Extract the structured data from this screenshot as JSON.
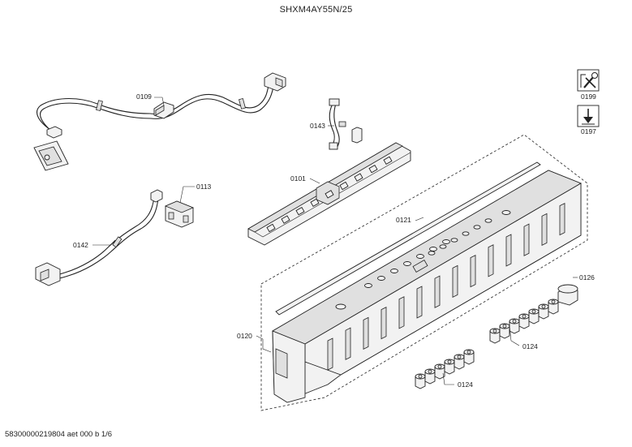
{
  "header": {
    "model": "SHXM4AY55N/25"
  },
  "footer": {
    "doc_ref": "58300000219804 aet 000 b 1/6"
  },
  "parts": {
    "p0109": "0109",
    "p0143": "0143",
    "p0101": "0101",
    "p0113": "0113",
    "p0142": "0142",
    "p0121": "0121",
    "p0120": "0120",
    "p0126": "0126",
    "p0124a": "0124",
    "p0124b": "0124"
  },
  "side_icons": [
    {
      "icon": "repair-tools-icon",
      "code": "0199"
    },
    {
      "icon": "download-arrow-icon",
      "code": "0197"
    }
  ]
}
